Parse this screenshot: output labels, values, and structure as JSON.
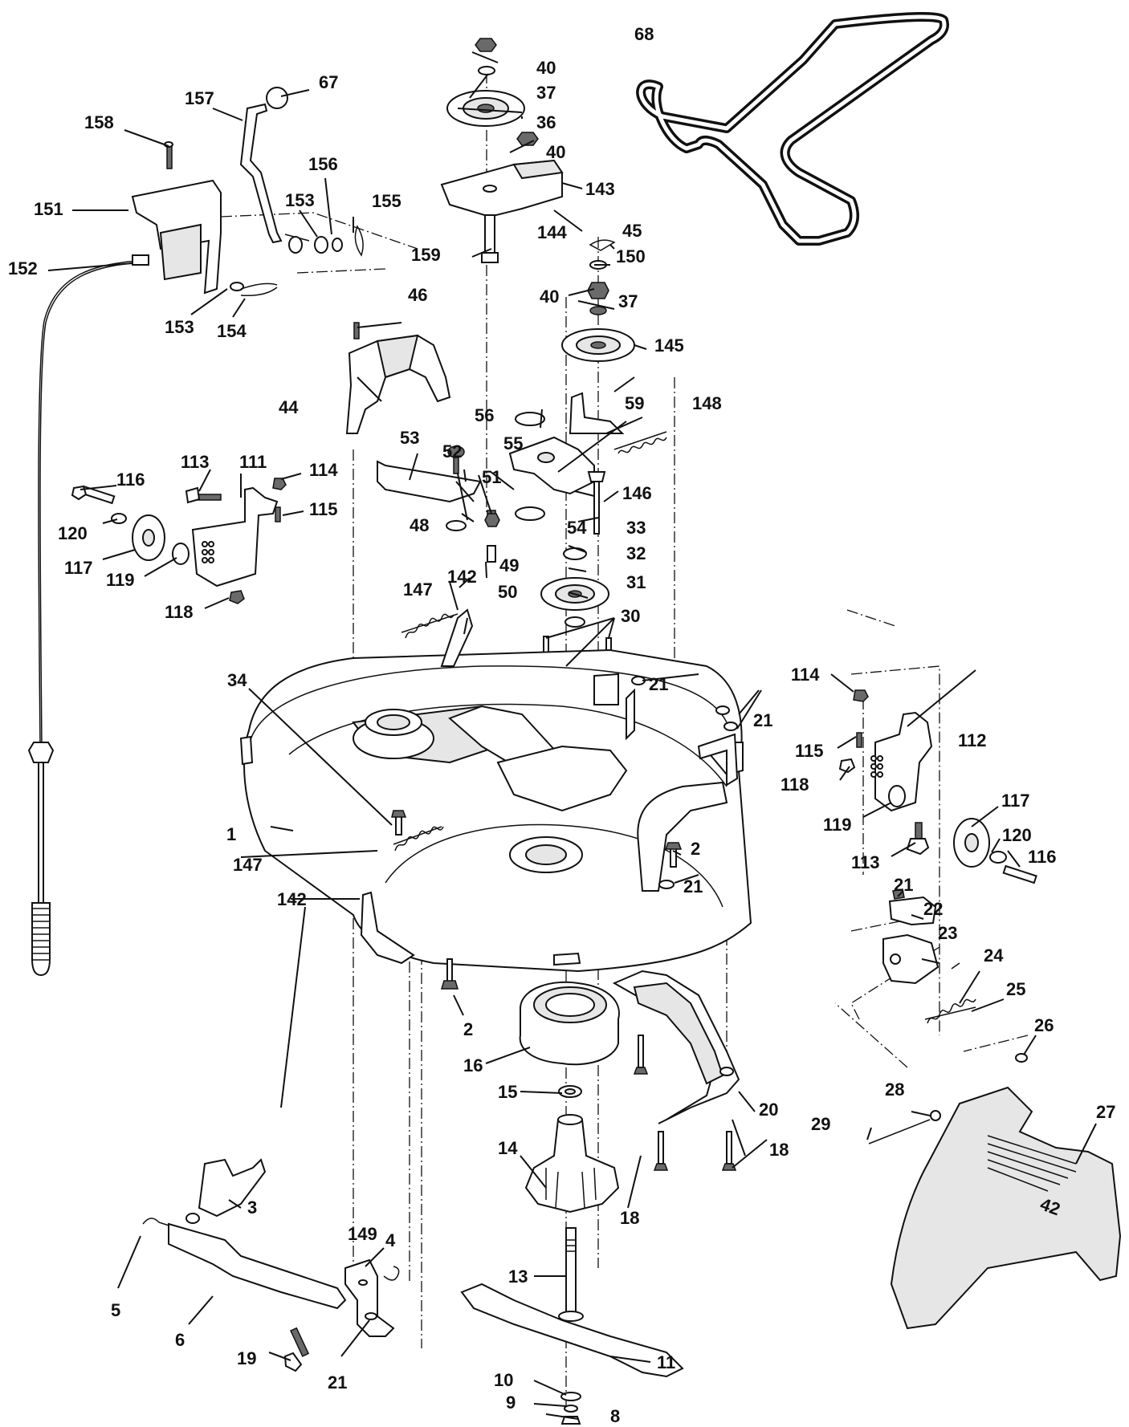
{
  "labels": {
    "l1": "1",
    "l2a": "2",
    "l2b": "2",
    "l3": "3",
    "l4": "4",
    "l5": "5",
    "l6": "6",
    "l8": "8",
    "l9": "9",
    "l10": "10",
    "l11": "11",
    "l13": "13",
    "l14": "14",
    "l15": "15",
    "l16": "16",
    "l18a": "18",
    "l18b": "18",
    "l19": "19",
    "l20": "20",
    "l21a": "21",
    "l21b": "21",
    "l21c": "21",
    "l21d": "21",
    "l21e": "21",
    "l22": "22",
    "l23": "23",
    "l24": "24",
    "l25": "25",
    "l26": "26",
    "l27": "27",
    "l28": "28",
    "l29": "29",
    "l30": "30",
    "l31": "31",
    "l32": "32",
    "l33": "33",
    "l34": "34",
    "l36": "36",
    "l37a": "37",
    "l37b": "37",
    "l40a": "40",
    "l40b": "40",
    "l40c": "40",
    "l44": "44",
    "l45": "45",
    "l46": "46",
    "l48": "48",
    "l49": "49",
    "l50": "50",
    "l51": "51",
    "l52": "52",
    "l53": "53",
    "l54": "54",
    "l55": "55",
    "l56": "56",
    "l59": "59",
    "l67": "67",
    "l68": "68",
    "l111": "111",
    "l112": "112",
    "l113a": "113",
    "l113b": "113",
    "l114a": "114",
    "l114b": "114",
    "l115a": "115",
    "l115b": "115",
    "l116a": "116",
    "l116b": "116",
    "l117a": "117",
    "l117b": "117",
    "l118a": "118",
    "l118b": "118",
    "l119a": "119",
    "l119b": "119",
    "l120a": "120",
    "l120b": "120",
    "l142a": "142",
    "l142b": "142",
    "l143": "143",
    "l144": "144",
    "l145": "145",
    "l146": "146",
    "l147a": "147",
    "l147b": "147",
    "l148": "148",
    "l149": "149",
    "l150": "150",
    "l151": "151",
    "l152": "152",
    "l153a": "153",
    "l153b": "153",
    "l154": "154",
    "l155": "155",
    "l156": "156",
    "l157": "157",
    "l158": "158",
    "l159": "159"
  },
  "shroud_marking": "42"
}
